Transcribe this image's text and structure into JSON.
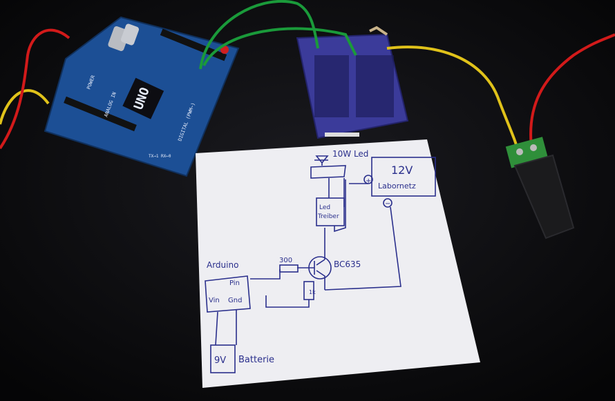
{
  "photo": {
    "arduino_board": {
      "logo_text": "UNO",
      "silk_power": "POWER",
      "silk_analog": "ANALOG IN",
      "silk_digital": "DIGITAL (PWM~)",
      "silk_pins": "TX→1  RX←0"
    },
    "schematic_note": {
      "led_label": "10W Led",
      "psu_label_1": "12V",
      "psu_label_2": "Labornetz",
      "plus_sign": "+",
      "minus_sign": "−",
      "driver_label_1": "Led",
      "driver_label_2": "Treiber",
      "transistor_label": "BC635",
      "resistor_label": "300",
      "arduino_label": "Arduino",
      "pin_label": "Pin",
      "vin_label": "Vin",
      "gnd_label": "Gnd",
      "battery_label": "9V",
      "battery_word": "Batterie",
      "resistor2_label": "1k"
    },
    "colors": {
      "background": "#0b0b0d",
      "paper": "#eeeef2",
      "ink": "#2a2f8c",
      "arduino_pcb": "#1c4f95",
      "breadboard": "#3b3b9a",
      "wire_green": "#1a9a3a",
      "wire_yellow": "#e0c21a",
      "wire_red": "#d21a1a",
      "terminal_green": "#2f8f3a"
    }
  }
}
